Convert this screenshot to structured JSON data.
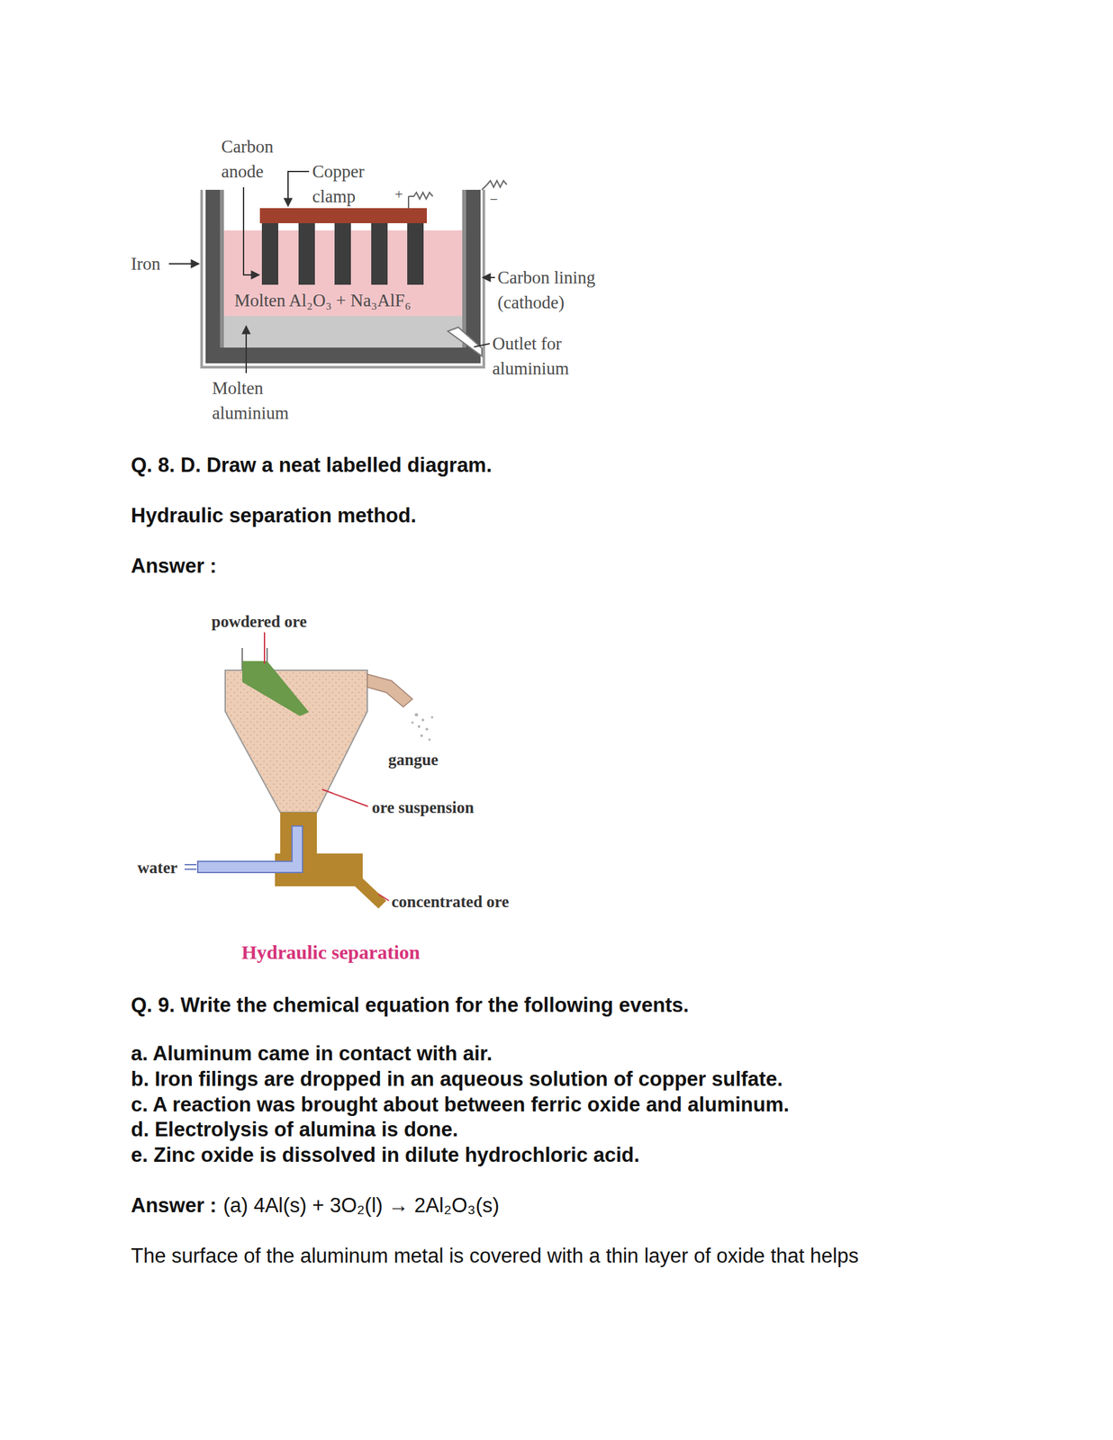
{
  "diagram": {
    "caption": "Hydraulic separation",
    "nodes": [
      {
        "text": [
          "Molten Al₂O₃ + Na₃AlF₆"
        ]
      }
    ],
    "labels": [
      "Carbon anode",
      "Copper clamp",
      "+",
      "−",
      "Iron",
      "Carbon lining (cathode)",
      "Outlet for aluminium",
      "Molten aluminium",
      "Q. 8. D. Draw a neat labelled diagram.",
      "Hydraulic separation method.",
      "Answer :",
      "powdered ore",
      "gangue",
      "ore suspension",
      "water",
      "concentrated ore",
      "Q. 9. Write the chemical equation for the following events.",
      "a. Aluminum came in contact with air.",
      "b. Iron filings are dropped in an aqueous solution of copper sulfate.",
      "c. A reaction was brought about between ferric oxide and aluminum.",
      "d. Electrolysis of alumina is done.",
      "e. Zinc oxide is dissolved in dilute hydrochloric acid.",
      "Answer :",
      "(a) 4Al(s) + 3O₂(l) → 2Al₂O₃(s)",
      "The surface of the aluminum metal is covered with a thin layer of oxide that helps"
    ]
  }
}
